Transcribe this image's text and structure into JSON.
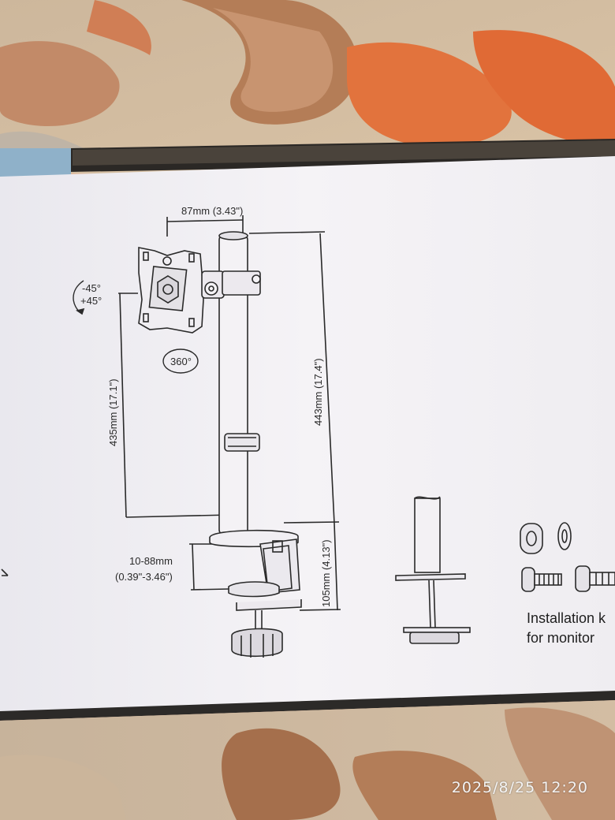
{
  "dimensions": {
    "width_label": "87mm (3.43\")",
    "arm_height_label": "435mm (17.1\")",
    "pole_height_label": "443mm (17.4\")",
    "clamp_depth_label": "105mm (4.13\")",
    "clamp_range_line1": "10-88mm",
    "clamp_range_line2": "(0.39\"-3.46\")",
    "tilt_minus": "-45°",
    "tilt_plus": "+45°",
    "rotation": "360°"
  },
  "kit": {
    "line1": "Installation k",
    "line2": "for monitor"
  },
  "timestamp": "2025/8/25 12:20",
  "colors": {
    "carpet_orange": "#e0703a",
    "carpet_beige": "#d8c4a8",
    "box_panel": "#f3f1f5",
    "line_art": "#2a2a2a",
    "box_edge": "#2c2a28"
  }
}
